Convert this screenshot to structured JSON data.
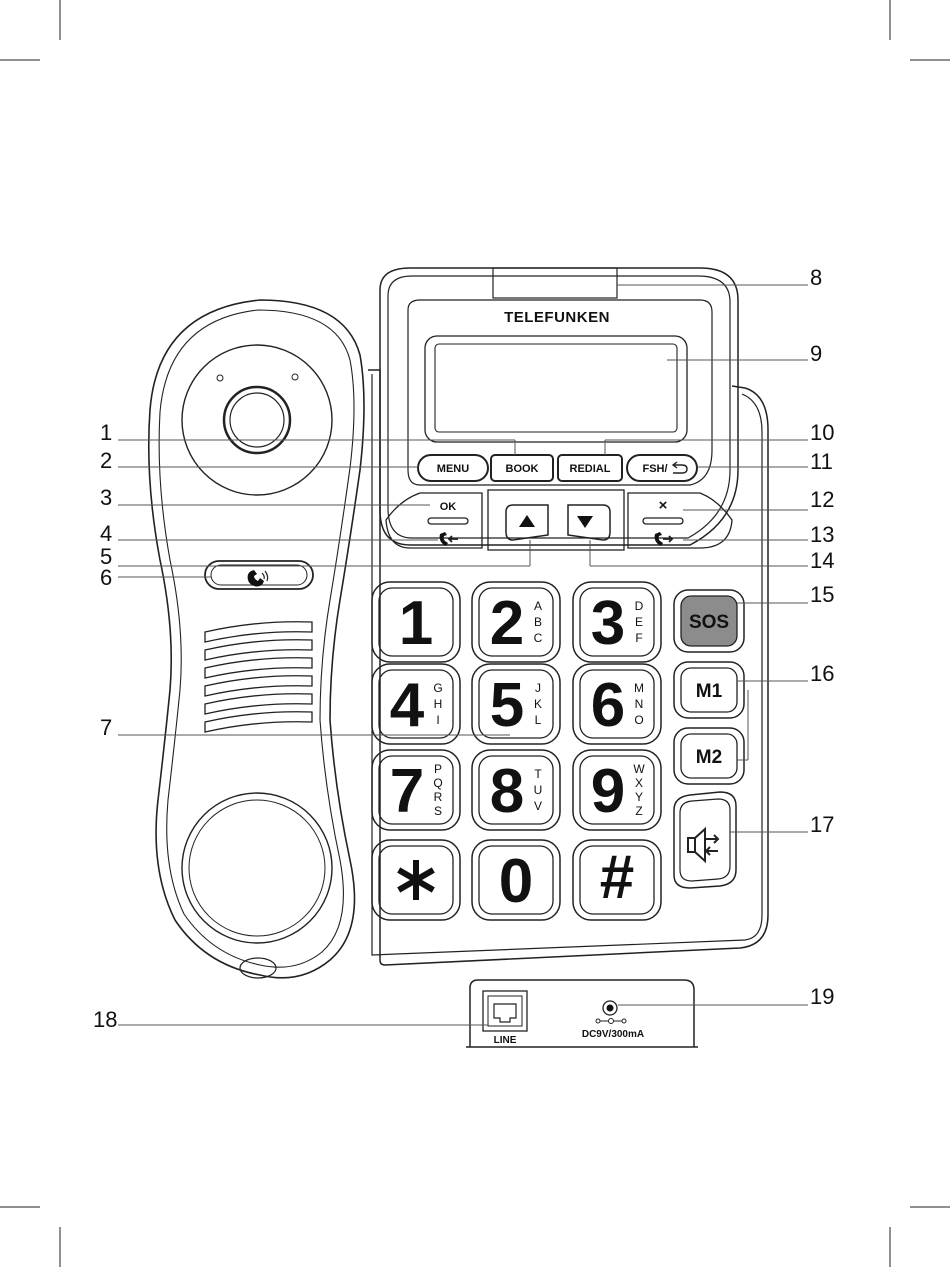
{
  "brand": "TELEFUNKEN",
  "buttons": {
    "menu": "MENU",
    "book": "BOOK",
    "redial": "REDIAL",
    "flash": "FSH/",
    "ok": "OK",
    "cancel": "×",
    "sos": "SOS",
    "m1": "M1",
    "m2": "M2"
  },
  "keypad": [
    {
      "digit": "1",
      "letters": []
    },
    {
      "digit": "2",
      "letters": [
        "A",
        "B",
        "C"
      ]
    },
    {
      "digit": "3",
      "letters": [
        "D",
        "E",
        "F"
      ]
    },
    {
      "digit": "4",
      "letters": [
        "G",
        "H",
        "I"
      ]
    },
    {
      "digit": "5",
      "letters": [
        "J",
        "K",
        "L"
      ]
    },
    {
      "digit": "6",
      "letters": [
        "M",
        "N",
        "O"
      ]
    },
    {
      "digit": "7",
      "letters": [
        "P",
        "Q",
        "R",
        "S"
      ]
    },
    {
      "digit": "8",
      "letters": [
        "T",
        "U",
        "V"
      ]
    },
    {
      "digit": "9",
      "letters": [
        "W",
        "X",
        "Y",
        "Z"
      ]
    },
    {
      "digit": "*",
      "letters": []
    },
    {
      "digit": "0",
      "letters": []
    },
    {
      "digit": "#",
      "letters": []
    }
  ],
  "ports": {
    "line": "LINE",
    "power": "DC9V/300mA"
  },
  "callouts": [
    "1",
    "2",
    "3",
    "4",
    "5",
    "6",
    "7",
    "8",
    "9",
    "10",
    "11",
    "12",
    "13",
    "14",
    "15",
    "16",
    "17",
    "18",
    "19"
  ],
  "colors": {
    "sos_fill": "#8c8c8c",
    "stroke": "#222222"
  },
  "icons": {
    "handset_hook": "handset-wave-icon",
    "call_in": "call-incoming-icon",
    "call_out": "call-outgoing-icon",
    "up": "arrow-up-icon",
    "down": "arrow-down-icon",
    "speaker": "speaker-icon",
    "back": "return-arrow-icon",
    "jack": "rj11-jack-icon",
    "power_jack": "dc-jack-icon"
  }
}
